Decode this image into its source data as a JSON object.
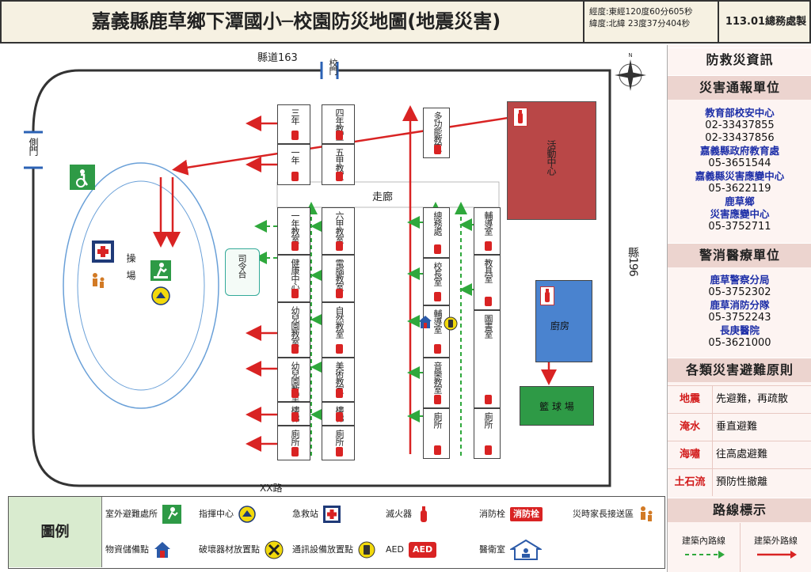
{
  "header": {
    "title": "嘉義縣鹿草鄉下潭國小─校園防災地圖(地震災害)",
    "longitude": "經度:東經120度60分605秒",
    "latitude": "緯度:北緯 23度37分404秒",
    "version": "113.01總務處製"
  },
  "map": {
    "road_top": "縣道163",
    "road_right": "縣196",
    "road_bottom": "XX路",
    "gate_top": "校門",
    "gate_left": "側門",
    "hall": "活動中心",
    "corridor": "走廊",
    "field": "操　場",
    "stage": "司令台",
    "kitchen": "廚房",
    "court": "籃 球 場",
    "colors": {
      "hall": "#b94747",
      "kitchen": "#4a83cf",
      "court": "#2e9a46",
      "arrow_red": "#d92323",
      "arrow_green": "#2fa83c"
    },
    "rooms_col1": [
      "三年",
      "一年",
      "一年教室",
      "健康中心",
      "幼兒園教室",
      "幼兒園教室",
      "樓梯",
      "廁所"
    ],
    "rooms_col2": [
      "四年教室",
      "五甲教室",
      "六甲教室",
      "電腦教室",
      "自然教室",
      "美術教室",
      "樓梯",
      "廁所"
    ],
    "rooms_col3": [
      "多功能教室",
      "總務處",
      "校長室",
      "輔導室",
      "音樂教室",
      "廁所"
    ],
    "rooms_col4": [
      "輔導室",
      "教具室",
      "圖書室",
      "廁所"
    ]
  },
  "panel": {
    "title": "防救災資訊",
    "report_head": "災害通報單位",
    "report_lines": [
      "教育部校安中心",
      "02-33437855",
      "02-33437856",
      "嘉義縣政府教育處",
      "05-3651544",
      "嘉義縣災害應變中心",
      "05-3622119",
      "鹿草鄉",
      "災害應變中心",
      "05-3752711"
    ],
    "medical_head": "警消醫療單位",
    "medical_lines": [
      "鹿草警察分局",
      "05-3752302",
      "鹿草消防分隊",
      "05-3752243",
      "長庚醫院",
      "05-3621000"
    ],
    "principle_head": "各類災害避難原則",
    "principles": [
      {
        "name": "地震",
        "desc": "先避難，再疏散"
      },
      {
        "name": "淹水",
        "desc": "垂直避難"
      },
      {
        "name": "海嘯",
        "desc": "往高處避難"
      },
      {
        "name": "土石流",
        "desc": "預防性撤離"
      }
    ],
    "route_head": "路線標示",
    "route_inner": "建築內路線",
    "route_outer": "建築外路線"
  },
  "legend": {
    "title": "圖例",
    "items": [
      "室外避難處所",
      "指揮中心",
      "急救站",
      "滅火器",
      "消防栓",
      "災時家長接送區",
      "物資儲備點",
      "破壞器材放置點",
      "通訊設備放置點",
      "AED",
      "醫衛室"
    ],
    "hydrant_badge": "消防栓",
    "aed_badge": "AED"
  }
}
